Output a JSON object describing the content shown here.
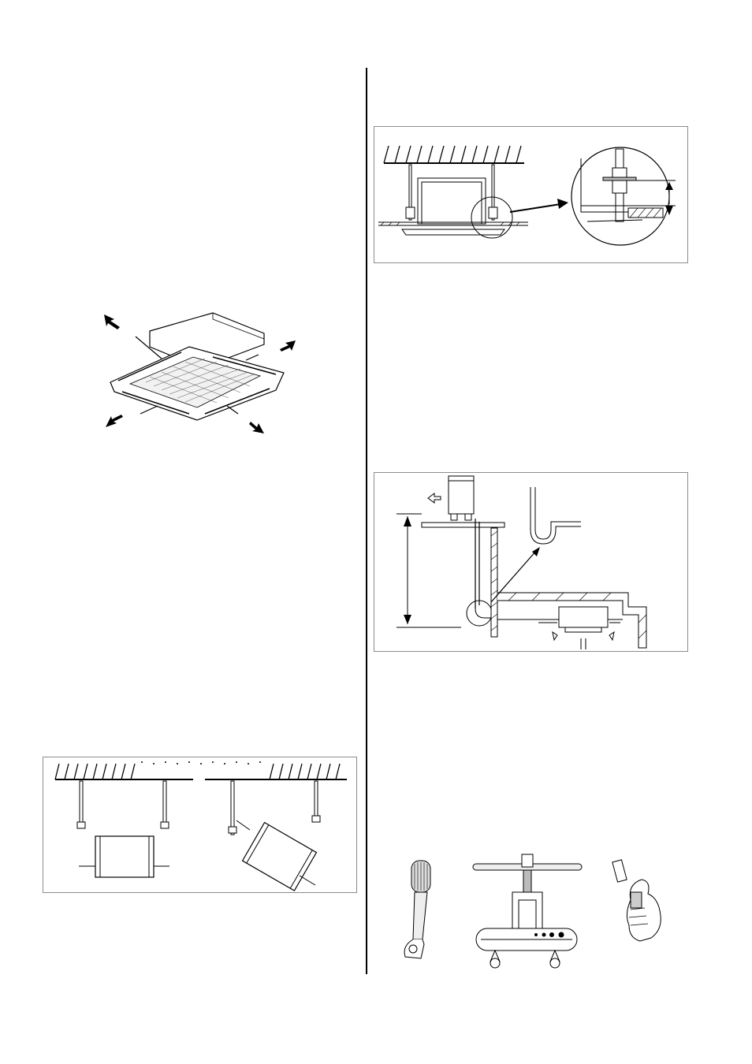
{
  "page": {
    "figures": [
      {
        "id": "cassette-unit-airflow"
      },
      {
        "id": "hanging-bolt-level-check"
      },
      {
        "id": "ceiling-mount-detail"
      },
      {
        "id": "drain-pump-lift"
      },
      {
        "id": "flaring-tools"
      }
    ]
  },
  "flaring_tools": [
    "pipe-cutter",
    "flaring-tool",
    "reamer"
  ]
}
